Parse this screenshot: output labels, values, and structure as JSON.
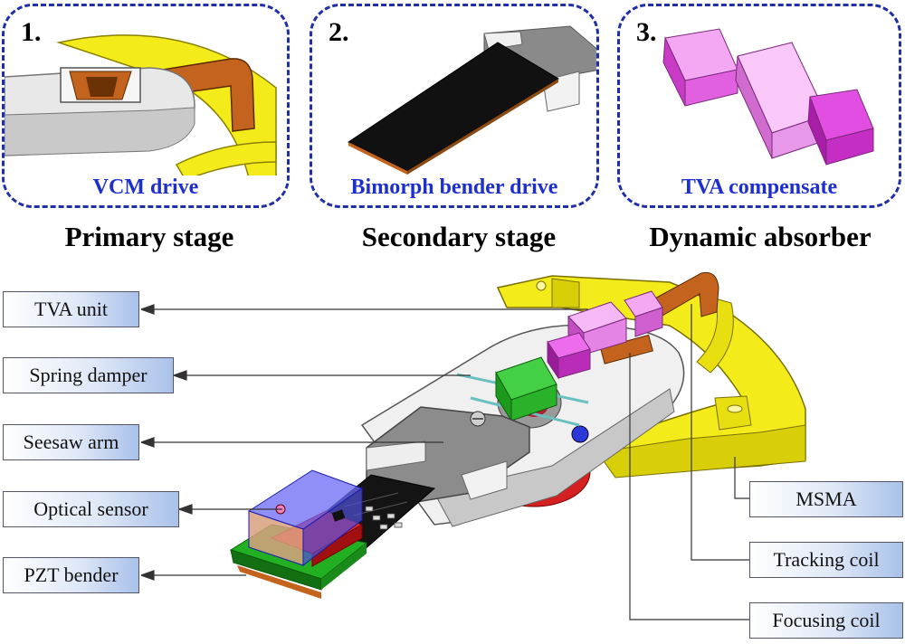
{
  "panels": [
    {
      "number": "1.",
      "caption": "VCM drive",
      "stage": "Primary stage"
    },
    {
      "number": "2.",
      "caption": "Bimorph bender drive",
      "stage": "Secondary stage"
    },
    {
      "number": "3.",
      "caption": "TVA compensate",
      "stage": "Dynamic absorber"
    }
  ],
  "callouts_left": [
    "TVA unit",
    "Spring damper",
    "Seesaw arm",
    "Optical sensor",
    "PZT bender"
  ],
  "callouts_right": [
    "MSMA",
    "Tracking coil",
    "Focusing coil"
  ],
  "colors": {
    "panel_border": "#1f2fa8",
    "caption": "#1e2fd0",
    "yellow_part": "#f4ec1a",
    "coil": "#c4631d",
    "tva_mass": "#ee7cee",
    "pzt": "#1a1a1a",
    "sensor_box": "#3c3cf0",
    "board": "#1cb21c",
    "magnet": "#e02020"
  }
}
